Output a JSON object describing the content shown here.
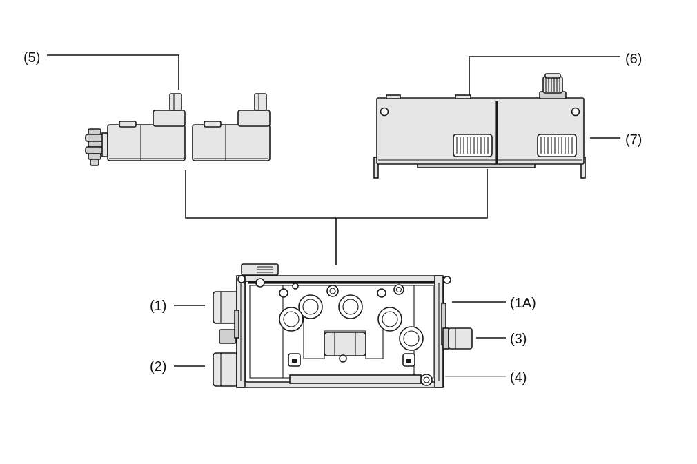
{
  "callouts": {
    "c1": "(1)",
    "c2": "(2)",
    "c1a": "(1A)",
    "c3": "(3)",
    "c4": "(4)",
    "c5": "(5)",
    "c6": "(6)",
    "c7": "(7)"
  },
  "colors": {
    "line": "#111111",
    "part_fill": "#e6e6e6",
    "part_shade": "#cfcfcf",
    "leader_light": "#9a9a9a"
  }
}
